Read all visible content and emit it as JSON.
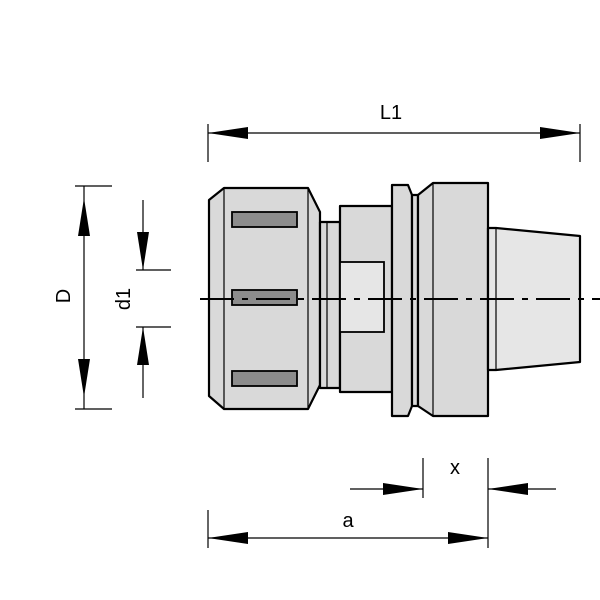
{
  "labels": {
    "L1": "L1",
    "D": "D",
    "d1": "d1",
    "x": "x",
    "a": "a"
  },
  "colors": {
    "body_fill": "#d9d9d9",
    "window_fill": "#e6e6e6",
    "slot_fill": "#8c8c8c",
    "line": "#000000",
    "background": "#ffffff"
  }
}
